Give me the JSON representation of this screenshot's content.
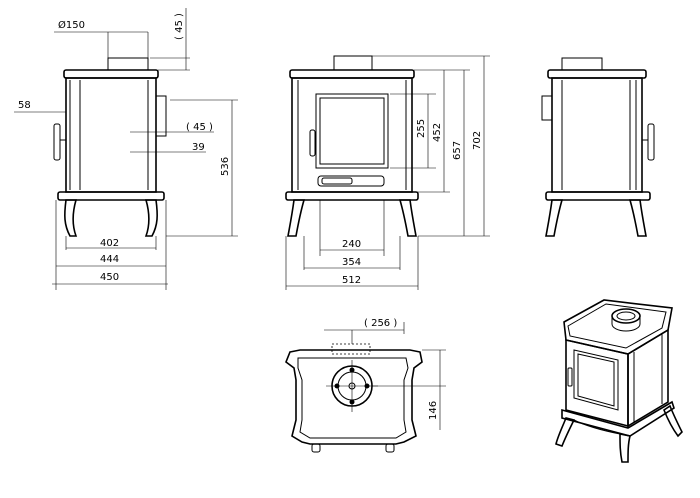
{
  "dimensions": {
    "flue_diameter": "Ø150",
    "flue_height": "( 45 )",
    "side_offset": "58",
    "rear_outlet": "( 45 )",
    "rear_outlet_offset": "39",
    "side_height": "536",
    "side_base_width": "402",
    "side_mid_width": "444",
    "side_total_width": "450",
    "door_height": "255",
    "glass_height": "452",
    "body_height": "657",
    "total_height": "702",
    "front_base_width": "240",
    "front_mid_width": "354",
    "front_total_width": "512",
    "top_flue_offset": "( 256 )",
    "top_depth_offset": "146"
  }
}
